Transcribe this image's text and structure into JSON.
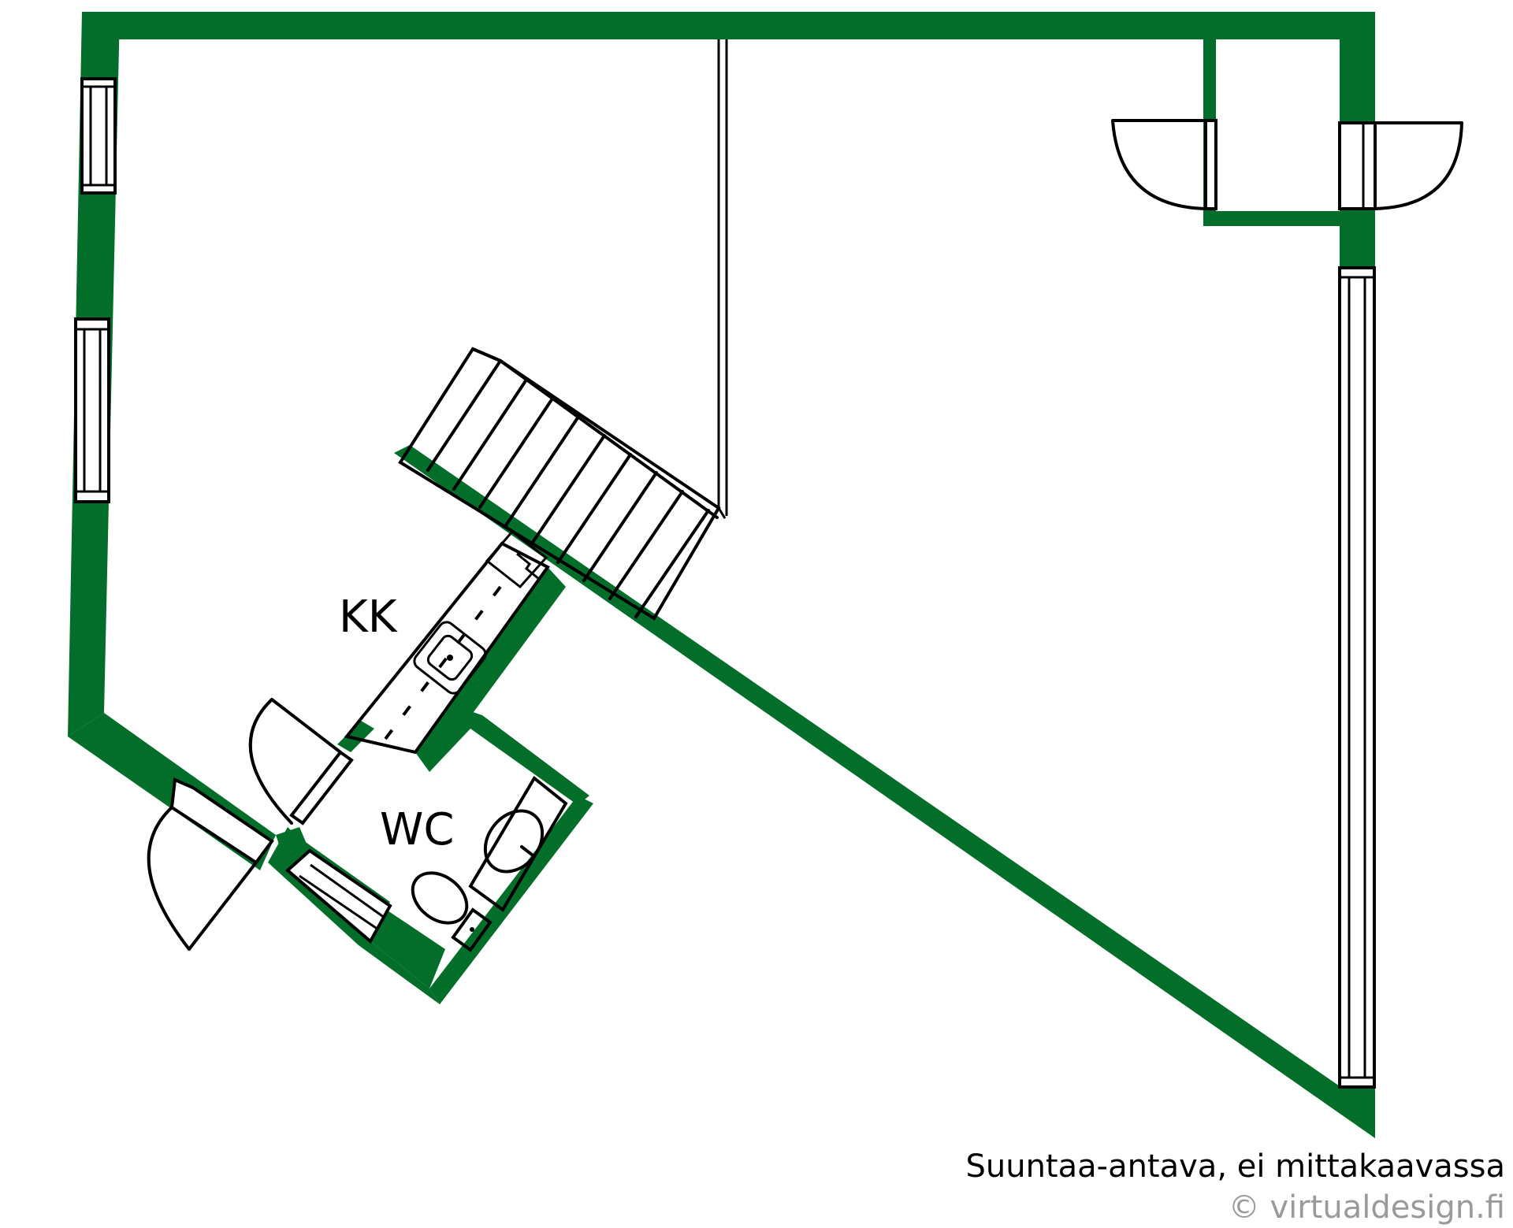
{
  "plan": {
    "rooms": [
      {
        "id": "kk",
        "label": "KK"
      },
      {
        "id": "wc",
        "label": "WC"
      }
    ],
    "wall_color": "#026e2a",
    "line_color": "#000000"
  },
  "caption": {
    "note": "Suuntaa-antava, ei mittakaavassa",
    "copyright": "© virtualdesign.fi",
    "copyright_color": "#9a9a9a"
  }
}
